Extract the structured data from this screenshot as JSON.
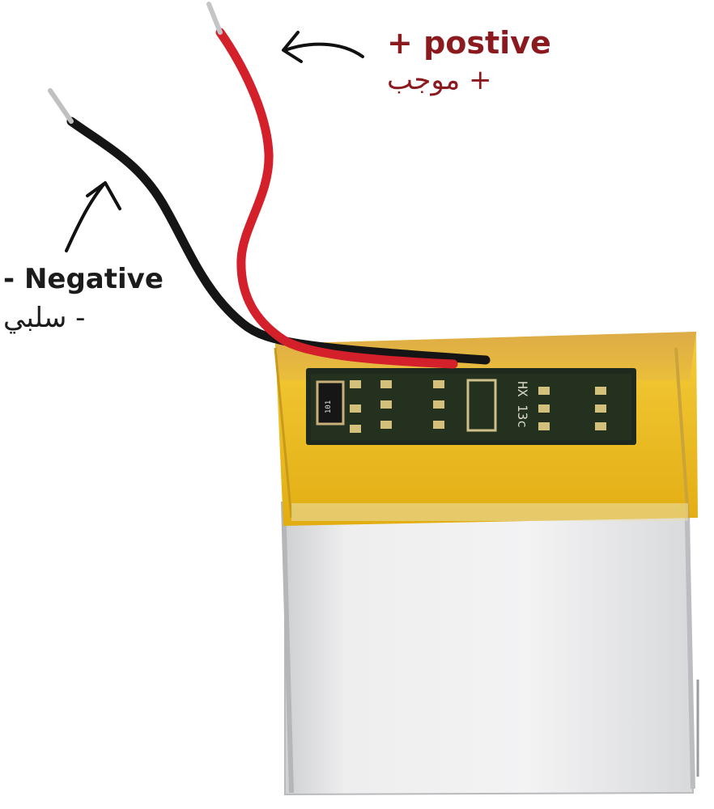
{
  "annotations": {
    "positive": {
      "english": "+ postive",
      "arabic": "+ موجب",
      "color": "#8b1a1f"
    },
    "negative": {
      "english": "- Negative",
      "arabic": "- سلبي",
      "color": "#1c1c1c"
    }
  },
  "pcb_markings": {
    "resistor": "101",
    "chip": "HX 13c"
  },
  "colors": {
    "positive_wire": "#d4202a",
    "negative_wire": "#151515",
    "kapton_tape": "#e8b51c",
    "cell_body": "#e9e9ea",
    "pcb": "#1f2a1e"
  }
}
